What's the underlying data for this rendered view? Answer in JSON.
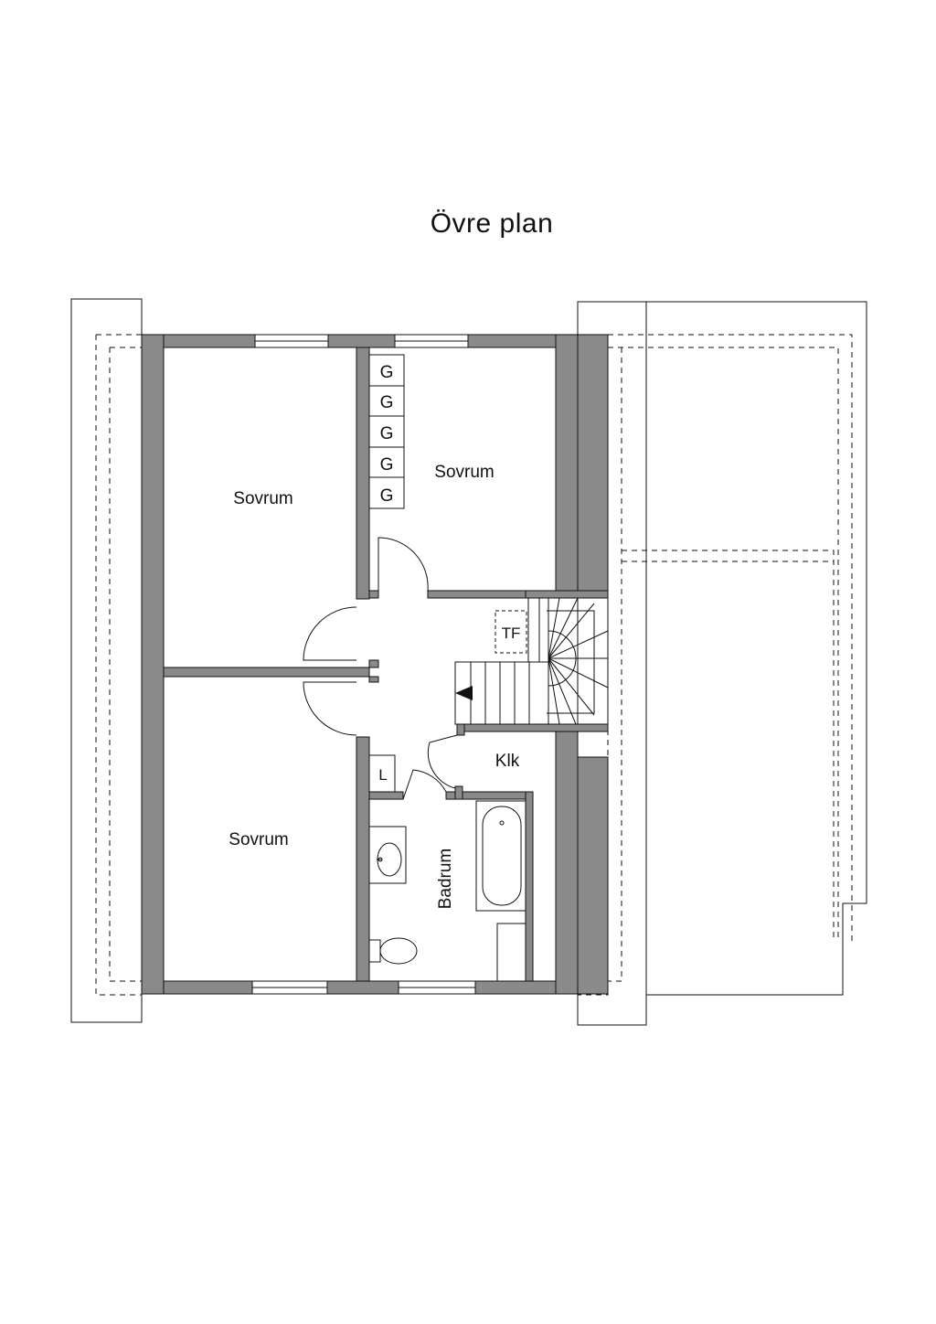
{
  "title": "Övre plan",
  "rooms": {
    "bedroom_nw": "Sovrum",
    "bedroom_ne": "Sovrum",
    "bedroom_sw": "Sovrum",
    "bathroom": "Badrum",
    "closet": "Klk",
    "linen": "L",
    "tf": "TF"
  },
  "wardrobe_label": "G",
  "wardrobe_count": 5,
  "colors": {
    "wall": "#8a8a8a",
    "line": "#111111"
  }
}
